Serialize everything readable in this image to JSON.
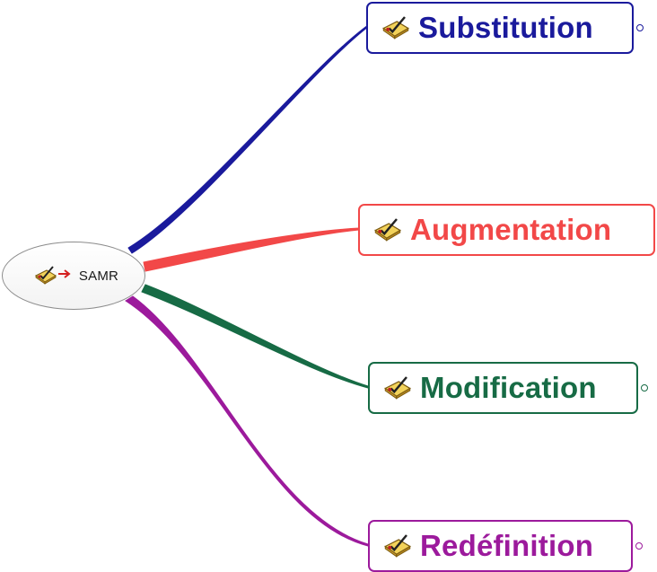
{
  "map": {
    "central": {
      "label": "SAMR",
      "icons": [
        "task-icon",
        "arrow-right-icon"
      ]
    },
    "branches": [
      {
        "id": "substitution",
        "label": "Substitution",
        "color": "#1a1a9c",
        "icon": "task-icon",
        "collapsible": true
      },
      {
        "id": "augmentation",
        "label": "Augmentation",
        "color": "#f24848",
        "icon": "task-icon",
        "collapsible": false
      },
      {
        "id": "modification",
        "label": "Modification",
        "color": "#176b45",
        "icon": "task-icon",
        "collapsible": true
      },
      {
        "id": "redefinition",
        "label": "Redéfinition",
        "color": "#9c1a9c",
        "icon": "task-icon",
        "collapsible": true
      }
    ]
  }
}
